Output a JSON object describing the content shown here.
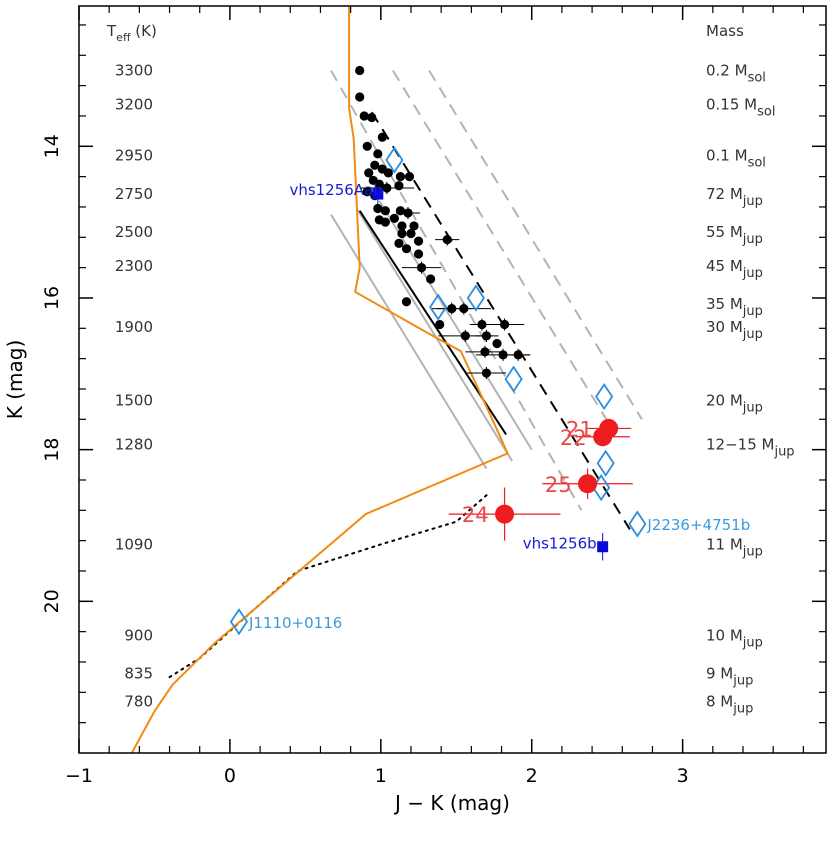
{
  "chart_data": {
    "type": "scatter",
    "xlabel": "J − K (mag)",
    "ylabel": "K (mag)",
    "xlim": [
      -1,
      3.95
    ],
    "ylim": [
      22.0,
      12.15
    ],
    "y_inverted": true,
    "xticks": [
      {
        "v": -1,
        "label": "−1"
      },
      {
        "v": 0,
        "label": "0"
      },
      {
        "v": 1,
        "label": "1"
      },
      {
        "v": 2,
        "label": "2"
      },
      {
        "v": 3,
        "label": "3"
      }
    ],
    "yticks": [
      {
        "v": 14,
        "label": "14"
      },
      {
        "v": 16,
        "label": "16"
      },
      {
        "v": 18,
        "label": "18"
      },
      {
        "v": 20,
        "label": "20"
      }
    ],
    "teff_header": {
      "main": "T",
      "sub": "eff",
      "rest": " (K)"
    },
    "teff_labels": [
      {
        "text": "3300",
        "K": 13.0
      },
      {
        "text": "3200",
        "K": 13.45
      },
      {
        "text": "2950",
        "K": 14.12
      },
      {
        "text": "2750",
        "K": 14.63
      },
      {
        "text": "2500",
        "K": 15.13
      },
      {
        "text": "2300",
        "K": 15.58
      },
      {
        "text": "1900",
        "K": 16.38
      },
      {
        "text": "1500",
        "K": 17.35
      },
      {
        "text": "1280",
        "K": 17.93
      },
      {
        "text": "1090",
        "K": 19.25
      },
      {
        "text": "900",
        "K": 20.45
      },
      {
        "text": "835",
        "K": 20.95
      },
      {
        "text": "780",
        "K": 21.32
      }
    ],
    "mass_header": "Mass",
    "mass_labels": [
      {
        "pre": "0.2  M",
        "sub": "sol",
        "K": 13.0
      },
      {
        "pre": "0.15 M",
        "sub": "sol",
        "K": 13.45
      },
      {
        "pre": "0.1  M",
        "sub": "sol",
        "K": 14.12
      },
      {
        "pre": "72 M",
        "sub": "jup",
        "K": 14.63
      },
      {
        "pre": "55 M",
        "sub": "jup",
        "K": 15.13
      },
      {
        "pre": "45 M",
        "sub": "jup",
        "K": 15.58
      },
      {
        "pre": "35 M",
        "sub": "jup",
        "K": 16.08
      },
      {
        "pre": "30 M",
        "sub": "jup",
        "K": 16.38
      },
      {
        "pre": "20 M",
        "sub": "jup",
        "K": 17.35
      },
      {
        "pre": "12−15 M",
        "sub": "jup",
        "K": 17.93
      },
      {
        "pre": "11 M",
        "sub": "jup",
        "K": 19.25
      },
      {
        "pre": "10 M",
        "sub": "jup",
        "K": 20.45
      },
      {
        "pre": "9 M",
        "sub": "jup",
        "K": 20.95
      },
      {
        "pre": "8 M",
        "sub": "jup",
        "K": 21.32
      }
    ],
    "field_dwarfs": [
      {
        "x": 0.86,
        "y": 13.0
      },
      {
        "x": 0.86,
        "y": 13.35
      },
      {
        "x": 0.89,
        "y": 13.6
      },
      {
        "x": 0.94,
        "y": 13.62
      },
      {
        "x": 1.01,
        "y": 13.88
      },
      {
        "x": 0.91,
        "y": 14.0
      },
      {
        "x": 0.98,
        "y": 14.1
      },
      {
        "x": 0.96,
        "y": 14.25
      },
      {
        "x": 0.92,
        "y": 14.35
      },
      {
        "x": 1.01,
        "y": 14.3
      },
      {
        "x": 1.05,
        "y": 14.35
      },
      {
        "x": 0.95,
        "y": 14.45
      },
      {
        "x": 0.99,
        "y": 14.5
      },
      {
        "x": 1.13,
        "y": 14.4
      },
      {
        "x": 1.19,
        "y": 14.4
      },
      {
        "x": 1.04,
        "y": 14.55
      },
      {
        "x": 1.12,
        "y": 14.52
      },
      {
        "x": 0.91,
        "y": 14.6
      },
      {
        "x": 0.96,
        "y": 14.65
      },
      {
        "x": 0.98,
        "y": 14.82
      },
      {
        "x": 1.03,
        "y": 14.85
      },
      {
        "x": 1.13,
        "y": 14.85
      },
      {
        "x": 1.18,
        "y": 14.88
      },
      {
        "x": 0.99,
        "y": 14.97
      },
      {
        "x": 1.03,
        "y": 15.0
      },
      {
        "x": 1.09,
        "y": 14.95
      },
      {
        "x": 1.14,
        "y": 15.05
      },
      {
        "x": 1.22,
        "y": 15.05
      },
      {
        "x": 1.14,
        "y": 15.15
      },
      {
        "x": 1.2,
        "y": 15.15
      },
      {
        "x": 1.12,
        "y": 15.28
      },
      {
        "x": 1.17,
        "y": 15.35
      },
      {
        "x": 1.25,
        "y": 15.25
      },
      {
        "x": 1.44,
        "y": 15.23
      },
      {
        "x": 1.25,
        "y": 15.42
      },
      {
        "x": 1.27,
        "y": 15.6
      },
      {
        "x": 1.33,
        "y": 15.75
      },
      {
        "x": 1.17,
        "y": 16.05
      },
      {
        "x": 1.47,
        "y": 16.14
      },
      {
        "x": 1.55,
        "y": 16.14
      },
      {
        "x": 1.39,
        "y": 16.35
      },
      {
        "x": 1.67,
        "y": 16.35
      },
      {
        "x": 1.82,
        "y": 16.35
      },
      {
        "x": 1.56,
        "y": 16.5
      },
      {
        "x": 1.7,
        "y": 16.5
      },
      {
        "x": 1.77,
        "y": 16.6
      },
      {
        "x": 1.69,
        "y": 16.71
      },
      {
        "x": 1.81,
        "y": 16.75
      },
      {
        "x": 1.91,
        "y": 16.75
      },
      {
        "x": 1.7,
        "y": 16.99
      }
    ],
    "red_points": [
      {
        "label": "21",
        "x": 2.51,
        "y": 17.72
      },
      {
        "label": "22",
        "x": 2.47,
        "y": 17.83
      },
      {
        "label": "25",
        "x": 2.37,
        "y": 18.45
      },
      {
        "label": "24",
        "x": 1.82,
        "y": 18.85
      }
    ],
    "blue_diamonds": [
      {
        "x": 1.09,
        "y": 14.18
      },
      {
        "x": 1.38,
        "y": 16.12
      },
      {
        "x": 1.63,
        "y": 16.0
      },
      {
        "x": 1.88,
        "y": 17.07
      },
      {
        "x": 2.48,
        "y": 17.3
      },
      {
        "x": 2.49,
        "y": 18.18
      },
      {
        "x": 2.46,
        "y": 18.5
      },
      {
        "x": 2.7,
        "y": 18.98
      },
      {
        "x": 0.06,
        "y": 20.27
      }
    ],
    "blue_squares": [
      {
        "x": 0.98,
        "y": 14.63
      },
      {
        "x": 2.47,
        "y": 19.28
      }
    ],
    "named_objects": [
      {
        "text": "vhs1256Aab",
        "x": 0.98,
        "y": 14.63,
        "color": "#1a1ad0"
      },
      {
        "text": "vhs1256b",
        "x": 2.47,
        "y": 19.28,
        "color": "#1a1ad0"
      },
      {
        "text": "J2236+4751b",
        "x": 2.7,
        "y": 18.98,
        "color": "#3a9ae0"
      },
      {
        "text": "J1110+0116",
        "x": 0.06,
        "y": 20.27,
        "color": "#3a9ae0"
      }
    ],
    "lines": {
      "orange_track": [
        [
          0.79,
          12.15
        ],
        [
          0.79,
          13.5
        ],
        [
          0.82,
          13.9
        ],
        [
          0.86,
          15.6
        ],
        [
          0.83,
          15.92
        ],
        [
          1.3,
          16.45
        ],
        [
          1.53,
          16.7
        ],
        [
          1.75,
          17.65
        ],
        [
          1.84,
          18.05
        ],
        [
          0.9,
          18.85
        ],
        [
          -0.1,
          20.55
        ],
        [
          -0.38,
          21.1
        ],
        [
          -0.5,
          21.45
        ],
        [
          -0.65,
          22.0
        ]
      ],
      "dotted_track": [
        [
          1.7,
          18.6
        ],
        [
          1.5,
          18.95
        ],
        [
          1.0,
          19.25
        ],
        [
          0.45,
          19.6
        ],
        [
          0.05,
          20.3
        ],
        [
          -0.2,
          20.75
        ],
        [
          -0.4,
          21.0
        ]
      ],
      "black_solid": [
        [
          0.86,
          14.85
        ],
        [
          1.83,
          17.8
        ]
      ],
      "black_dashed": [
        [
          0.94,
          13.55
        ],
        [
          2.65,
          19.05
        ]
      ],
      "grey_solid": [
        [
          [
            0.67,
            14.9
          ],
          [
            1.7,
            18.25
          ]
        ],
        [
          [
            0.84,
            14.82
          ],
          [
            1.87,
            18.15
          ]
        ],
        [
          [
            0.99,
            14.72
          ],
          [
            2.0,
            18.0
          ]
        ]
      ],
      "grey_dashed": [
        [
          [
            0.67,
            13.0
          ],
          [
            2.33,
            18.8
          ]
        ],
        [
          [
            1.08,
            13.0
          ],
          [
            2.55,
            17.78
          ]
        ],
        [
          [
            1.32,
            13.0
          ],
          [
            2.73,
            17.6
          ]
        ]
      ]
    },
    "colors": {
      "field": "#000000",
      "red": "#ee1c1c",
      "red_label": "#e84a4a",
      "diamond": "#2a8fe0",
      "square": "#0a0ad8",
      "orange": "#f08c14",
      "grey": "#b3b3b3",
      "text": "#333333"
    },
    "grid": false,
    "legend": "none"
  }
}
